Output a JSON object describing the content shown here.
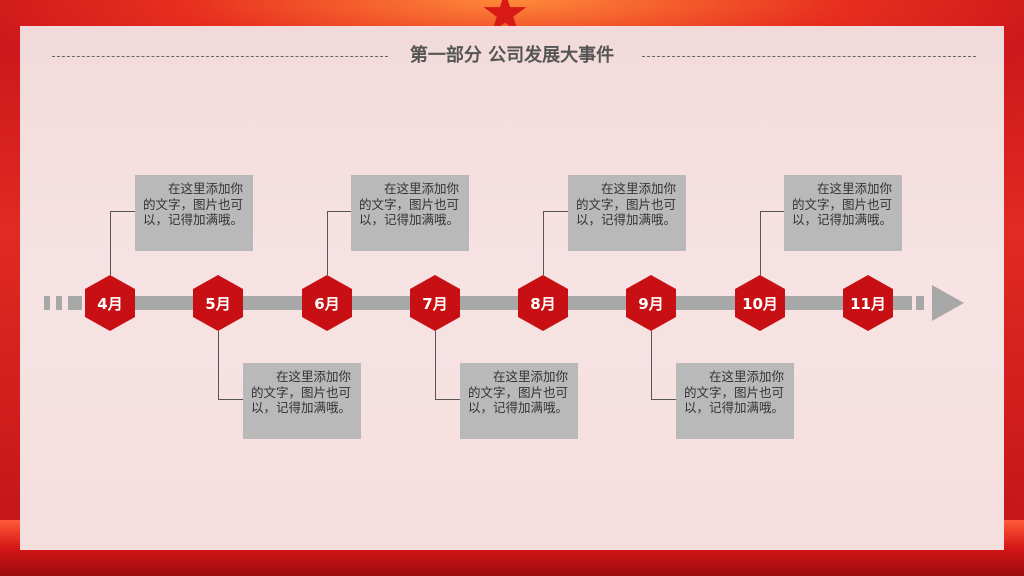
{
  "title": "第一部分  公司发展大事件",
  "colors": {
    "accent": "#c80f14",
    "track": "#a8a8a8",
    "note_bg": "#b9b9b9",
    "title_text": "#555555"
  },
  "timeline": {
    "months": [
      "4月",
      "5月",
      "6月",
      "7月",
      "8月",
      "9月",
      "10月",
      "11月"
    ],
    "notes": [
      "在这里添加你的文字，图片也可以，记得加满哦。",
      "在这里添加你的文字，图片也可以，记得加满哦。",
      "在这里添加你的文字，图片也可以，记得加满哦。",
      "在这里添加你的文字，图片也可以，记得加满哦。",
      "在这里添加你的文字，图片也可以，记得加满哦。",
      "在这里添加你的文字，图片也可以，记得加满哦。",
      "在这里添加你的文字，图片也可以，记得加满哦。"
    ]
  },
  "icons": [
    "star-icon",
    "arrow-right-icon"
  ]
}
